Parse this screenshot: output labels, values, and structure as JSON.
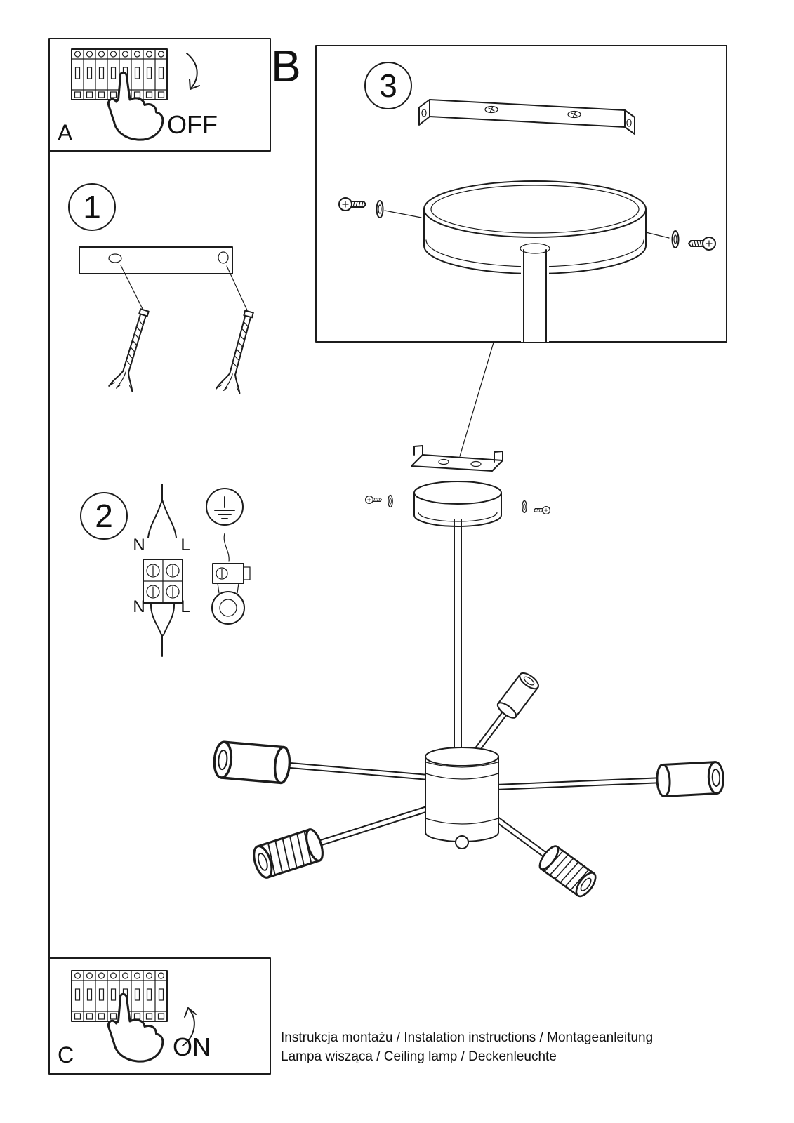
{
  "sections": {
    "panel_a": {
      "label": "A",
      "state": "OFF"
    },
    "panel_b": {
      "label": "B"
    },
    "panel_c": {
      "label": "C",
      "state": "ON"
    },
    "step_1": {
      "number": "1"
    },
    "step_2": {
      "number": "2",
      "labels": {
        "n_top": "N",
        "l_top": "L",
        "n_bottom": "N",
        "l_bottom": "L"
      }
    },
    "step_3": {
      "number": "3"
    }
  },
  "footer": {
    "line1": "Instrukcja montażu / Instalation instructions / Montageanleitung",
    "line2": "Lampa wisząca / Ceiling lamp / Deckenleuchte"
  },
  "colors": {
    "line": "#1c1c1c",
    "background": "#ffffff"
  }
}
